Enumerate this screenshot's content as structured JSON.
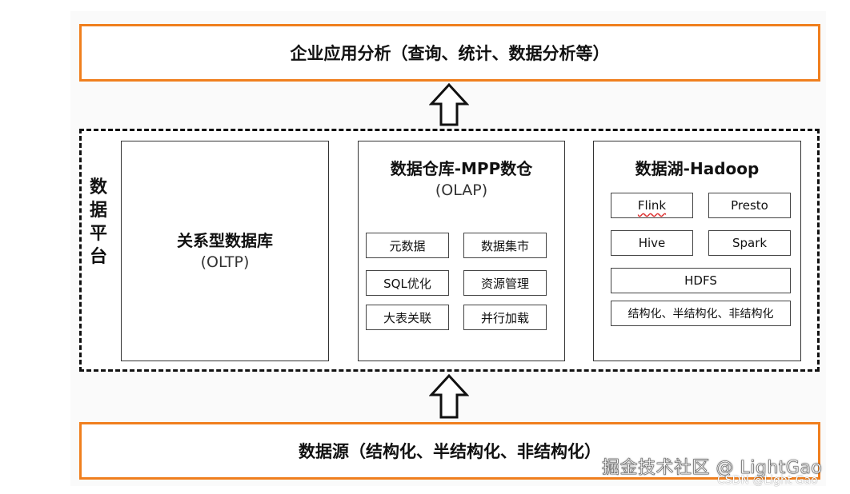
{
  "top_box": {
    "label": "企业应用分析（查询、统计、数据分析等）"
  },
  "bottom_box": {
    "label": "数据源（结构化、半结构化、非结构化）"
  },
  "platform": {
    "label": [
      "数",
      "据",
      "平",
      "台"
    ]
  },
  "oltp": {
    "title": "关系型数据库",
    "subtitle": "(OLTP)"
  },
  "mpp": {
    "title": "数据仓库-MPP数仓",
    "subtitle": "(OLAP)",
    "chips": [
      "元数据",
      "数据集市",
      "SQL优化",
      "资源管理",
      "大表关联",
      "并行加载"
    ]
  },
  "lake": {
    "title": "数据湖-Hadoop",
    "chips": [
      "Flink",
      "Presto",
      "Hive",
      "Spark"
    ],
    "hdfs": "HDFS",
    "formats": "结构化、半结构化、非结构化"
  },
  "watermark": {
    "line1": "掘金技术社区 @ LightGao",
    "line2": "CSDN @Light Gao"
  },
  "colors": {
    "accent_orange": "#f07f1e",
    "border_dark": "#111111"
  },
  "icons": [
    "arrow-up-icon",
    "arrow-up-icon"
  ]
}
